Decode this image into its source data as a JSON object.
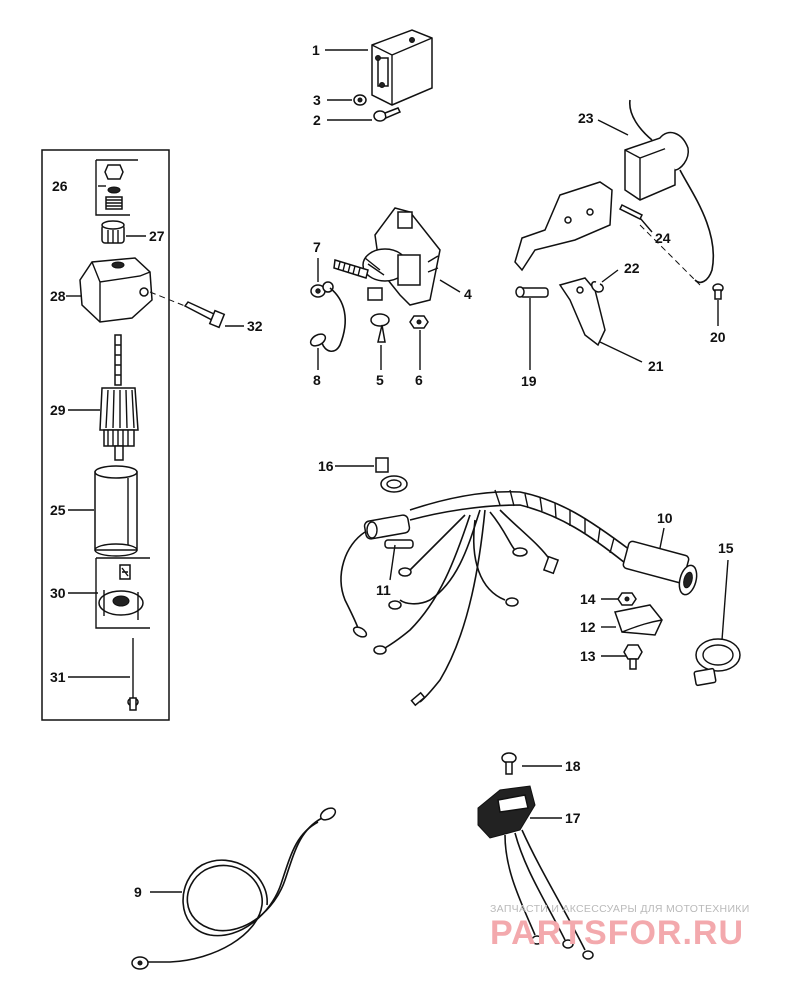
{
  "labels": [
    "1",
    "2",
    "3",
    "4",
    "5",
    "6",
    "7",
    "8",
    "9",
    "10",
    "11",
    "12",
    "13",
    "14",
    "15",
    "16",
    "17",
    "18",
    "19",
    "20",
    "21",
    "22",
    "23",
    "24",
    "25",
    "26",
    "27",
    "28",
    "29",
    "30",
    "31",
    "32"
  ],
  "watermark": {
    "line1": "ЗАПЧАСТИ И АКСЕССУАРЫ ДЛЯ МОТОТЕХНИКИ",
    "line2": "PARTSFOR.RU"
  }
}
